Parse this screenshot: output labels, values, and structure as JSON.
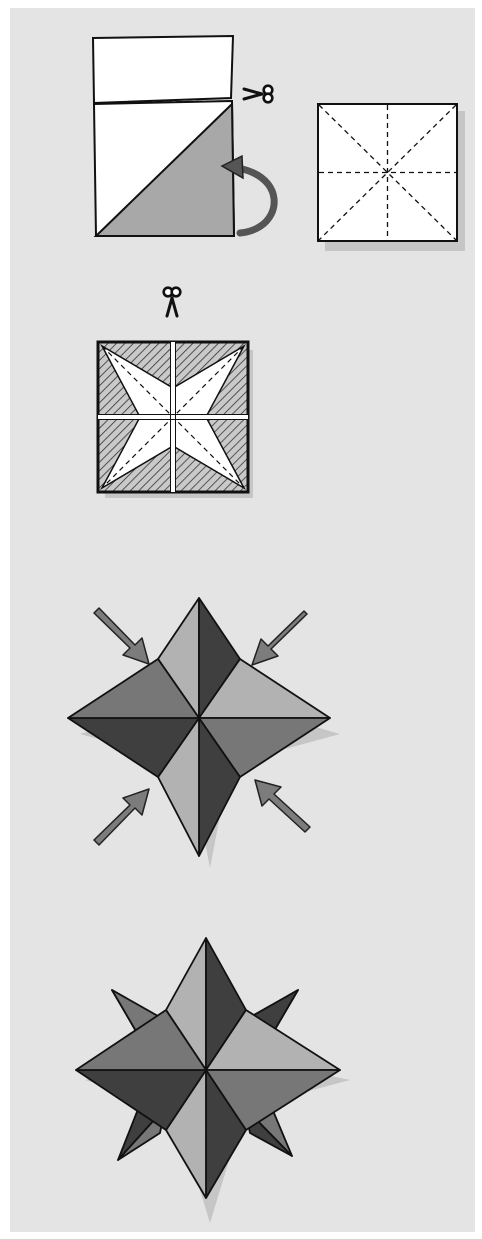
{
  "colors": {
    "page_bg": "#e4e4e4",
    "paper": "#ffffff",
    "paper_grey": "#a8a8a8",
    "arrow": "#7c7c7c",
    "shadow": "#c6c6c6",
    "light": "#b2b2b2",
    "mid": "#777777",
    "dark": "#3f3f3f",
    "outline": "#1a1a1a"
  },
  "icons": [
    "scissors-icon",
    "curved-arrow-icon",
    "push-arrow-icon"
  ],
  "steps": [
    {
      "id": "step-1-cut-square"
    },
    {
      "id": "step-2-fold-lines"
    },
    {
      "id": "step-3-cut-slits"
    },
    {
      "id": "step-4-star-press"
    },
    {
      "id": "step-5-finished-star"
    }
  ]
}
